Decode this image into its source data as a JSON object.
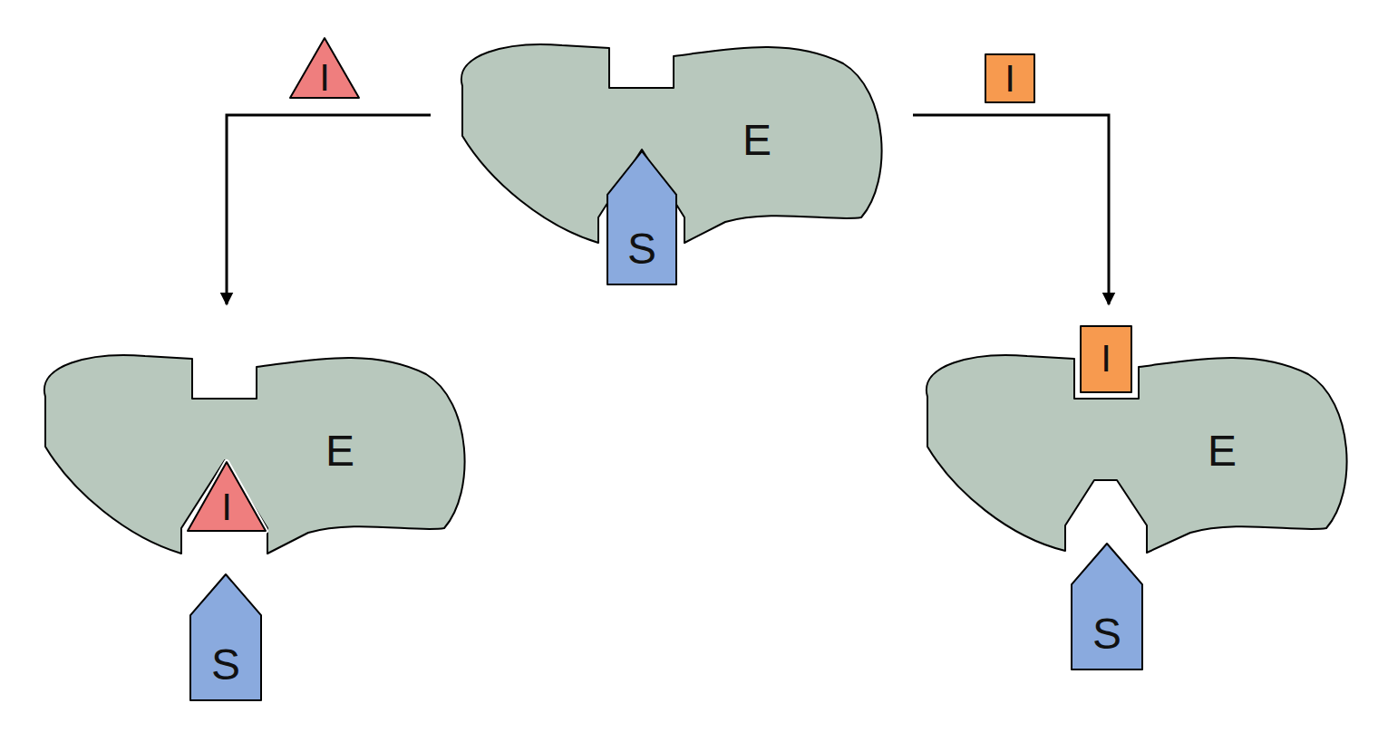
{
  "diagram": {
    "nodes": [
      {
        "text": [
          "I"
        ]
      },
      {
        "text": [
          "E"
        ]
      },
      {
        "text": [
          "I"
        ]
      },
      {
        "text": [
          "S"
        ]
      },
      {
        "text": [
          "E"
        ]
      },
      {
        "text": [
          "I"
        ],
        "in": 4
      },
      {
        "text": [
          "S"
        ]
      },
      {
        "text": [
          "E"
        ]
      },
      {
        "text": [
          "I"
        ]
      },
      {
        "text": [
          "S"
        ]
      }
    ],
    "edges": [
      {
        "from": 1,
        "to": 4,
        "arrow": "to"
      },
      {
        "from": 1,
        "to": 7,
        "arrow": "to"
      }
    ]
  }
}
